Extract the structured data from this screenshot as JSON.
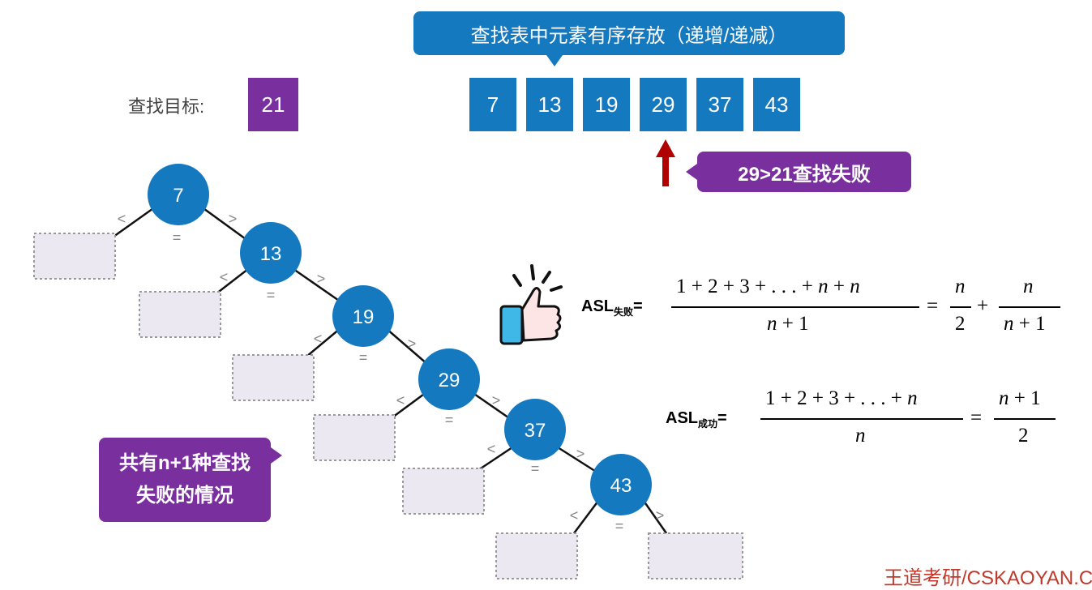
{
  "header_callout": "查找表中元素有序存放（递增/递减）",
  "target": {
    "label": "查找目标:",
    "value": "21"
  },
  "array": [
    "7",
    "13",
    "19",
    "29",
    "37",
    "43"
  ],
  "fail_callout": "29>21查找失败",
  "side_callout": {
    "line1": "共有n+1种查找",
    "line2": "失败的情况"
  },
  "tree": {
    "nodes": [
      "7",
      "13",
      "19",
      "29",
      "37",
      "43"
    ],
    "less": "<",
    "greater": ">",
    "equal": "="
  },
  "formulas": {
    "fail_label": "ASL",
    "fail_sub": "失败",
    "fail_eq": "=",
    "success_label": "ASL",
    "success_sub": "成功",
    "success_eq": "="
  },
  "footer": "王道考研/CSKAOYAN.COM",
  "colors": {
    "blue": "#1579bf",
    "purple": "#7a2f9e",
    "red": "#b00000",
    "leaf": "#ebe8f2"
  }
}
